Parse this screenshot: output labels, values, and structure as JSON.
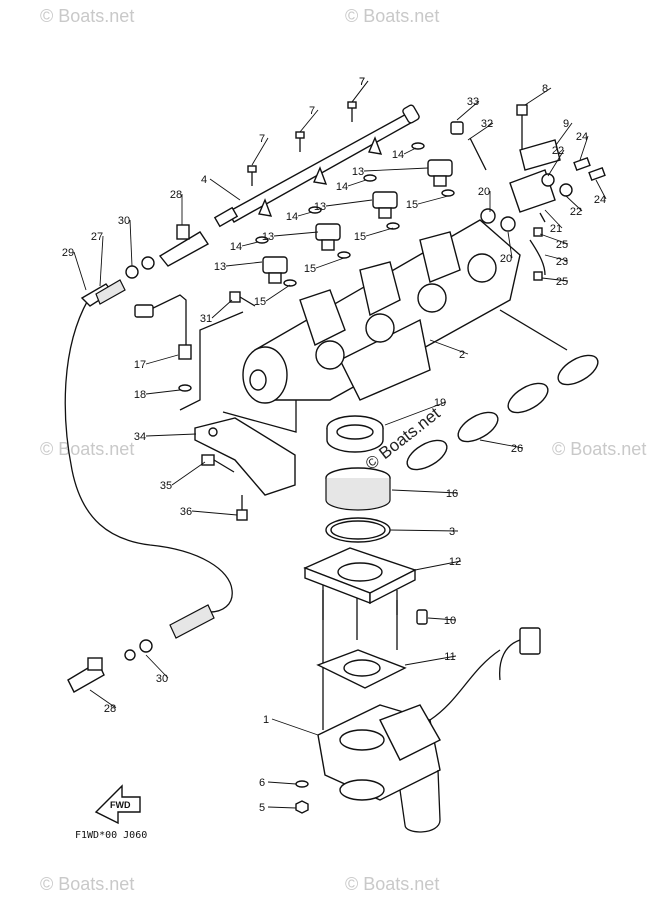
{
  "watermark": {
    "text": "© Boats.net",
    "center_text": "© Boats.net"
  },
  "callouts": [
    {
      "n": "1"
    },
    {
      "n": "2"
    },
    {
      "n": "3"
    },
    {
      "n": "4"
    },
    {
      "n": "5"
    },
    {
      "n": "6"
    },
    {
      "n": "7"
    },
    {
      "n": "7"
    },
    {
      "n": "7"
    },
    {
      "n": "7"
    },
    {
      "n": "8"
    },
    {
      "n": "9"
    },
    {
      "n": "10"
    },
    {
      "n": "11"
    },
    {
      "n": "12"
    },
    {
      "n": "13"
    },
    {
      "n": "13"
    },
    {
      "n": "13"
    },
    {
      "n": "13"
    },
    {
      "n": "14"
    },
    {
      "n": "14"
    },
    {
      "n": "14"
    },
    {
      "n": "14"
    },
    {
      "n": "15"
    },
    {
      "n": "15"
    },
    {
      "n": "15"
    },
    {
      "n": "15"
    },
    {
      "n": "16"
    },
    {
      "n": "17"
    },
    {
      "n": "18"
    },
    {
      "n": "19"
    },
    {
      "n": "20"
    },
    {
      "n": "20"
    },
    {
      "n": "21"
    },
    {
      "n": "22"
    },
    {
      "n": "22"
    },
    {
      "n": "23"
    },
    {
      "n": "24"
    },
    {
      "n": "24"
    },
    {
      "n": "25"
    },
    {
      "n": "25"
    },
    {
      "n": "26"
    },
    {
      "n": "27"
    },
    {
      "n": "28"
    },
    {
      "n": "28"
    },
    {
      "n": "29"
    },
    {
      "n": "30"
    },
    {
      "n": "30"
    },
    {
      "n": "31"
    },
    {
      "n": "32"
    },
    {
      "n": "33"
    },
    {
      "n": "34"
    },
    {
      "n": "35"
    },
    {
      "n": "36"
    }
  ],
  "fwd_label": "FWD",
  "figure_code": "F1WD*00 J060"
}
